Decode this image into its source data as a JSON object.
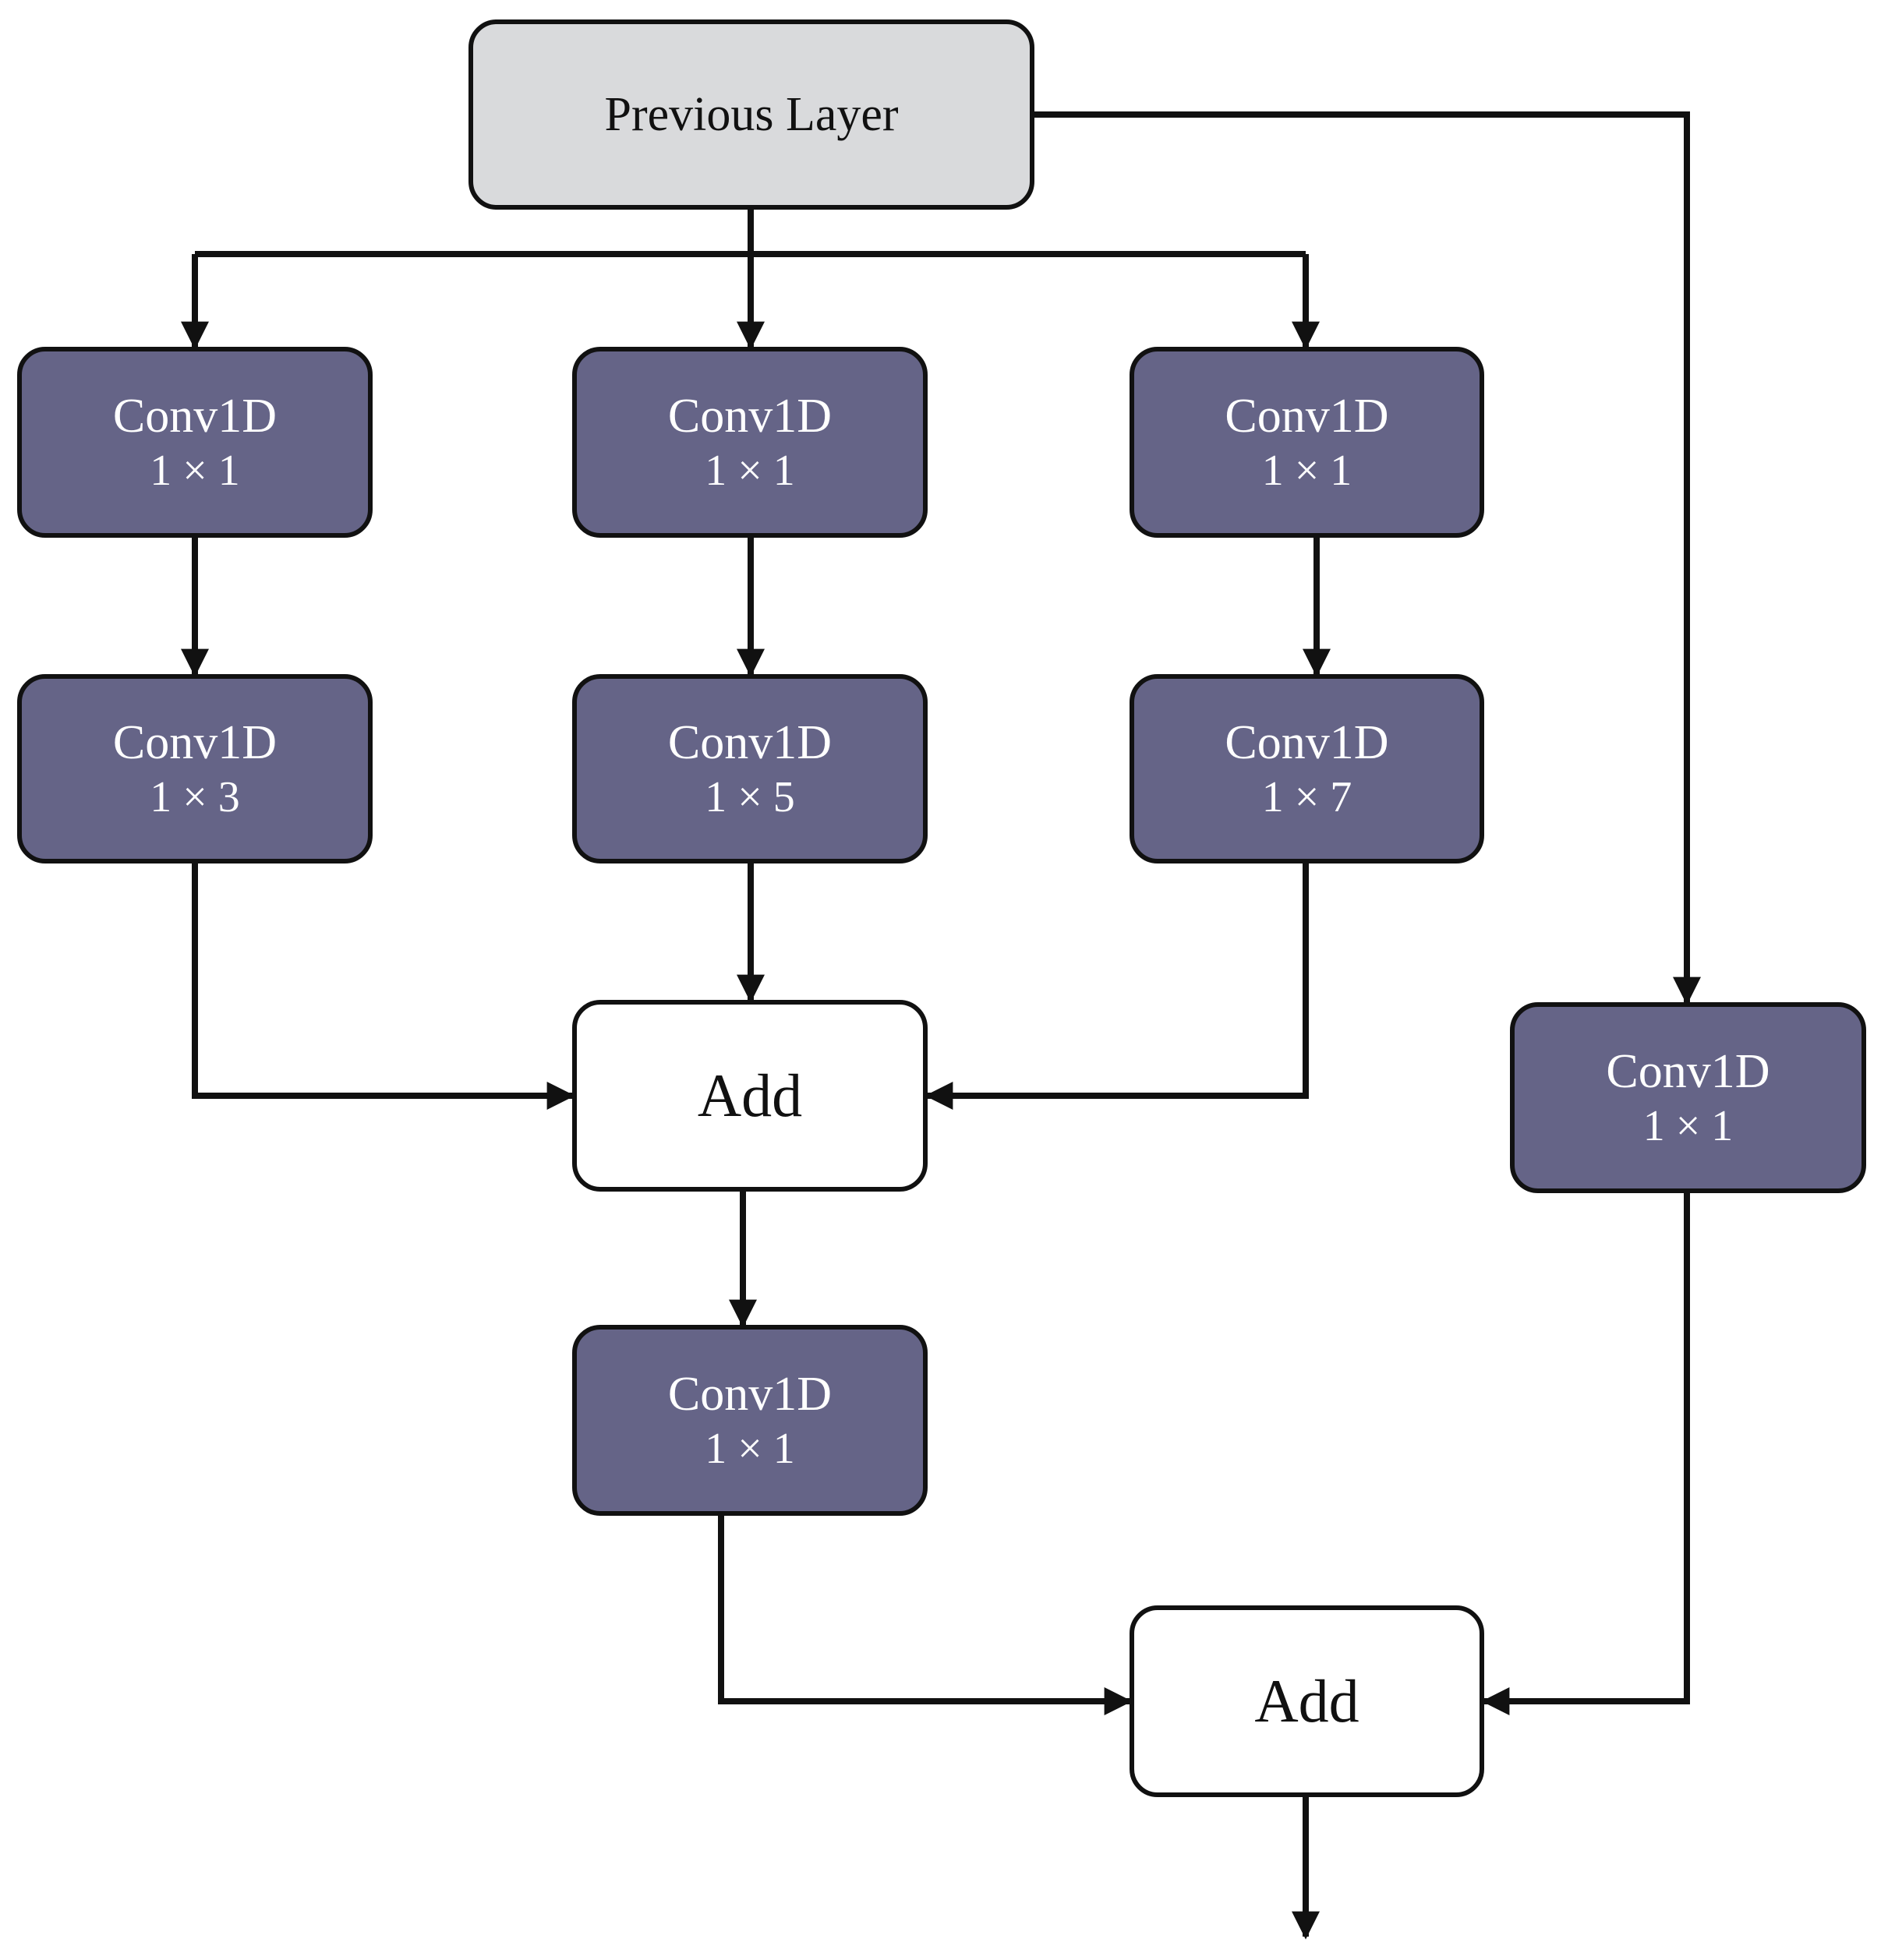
{
  "diagram": {
    "nodes": {
      "previous_layer": {
        "label": "Previous Layer"
      },
      "branch1_conv1": {
        "label": "Conv1D",
        "kernel": "1 × 1"
      },
      "branch2_conv1": {
        "label": "Conv1D",
        "kernel": "1 × 1"
      },
      "branch3_conv1": {
        "label": "Conv1D",
        "kernel": "1 × 1"
      },
      "branch1_conv2": {
        "label": "Conv1D",
        "kernel": "1 × 3"
      },
      "branch2_conv2": {
        "label": "Conv1D",
        "kernel": "1 × 5"
      },
      "branch3_conv2": {
        "label": "Conv1D",
        "kernel": "1 × 7"
      },
      "shortcut_conv": {
        "label": "Conv1D",
        "kernel": "1 × 1"
      },
      "add_1": {
        "label": "Add"
      },
      "merge_conv": {
        "label": "Conv1D",
        "kernel": "1 × 1"
      },
      "add_2": {
        "label": "Add"
      }
    },
    "edges": [
      {
        "from": "previous_layer",
        "to": "branch1_conv1"
      },
      {
        "from": "previous_layer",
        "to": "branch2_conv1"
      },
      {
        "from": "previous_layer",
        "to": "branch3_conv1"
      },
      {
        "from": "previous_layer",
        "to": "shortcut_conv"
      },
      {
        "from": "branch1_conv1",
        "to": "branch1_conv2"
      },
      {
        "from": "branch2_conv1",
        "to": "branch2_conv2"
      },
      {
        "from": "branch3_conv1",
        "to": "branch3_conv2"
      },
      {
        "from": "branch1_conv2",
        "to": "add_1"
      },
      {
        "from": "branch2_conv2",
        "to": "add_1"
      },
      {
        "from": "branch3_conv2",
        "to": "add_1"
      },
      {
        "from": "add_1",
        "to": "merge_conv"
      },
      {
        "from": "merge_conv",
        "to": "add_2"
      },
      {
        "from": "shortcut_conv",
        "to": "add_2"
      },
      {
        "from": "add_2",
        "to": "output"
      }
    ],
    "colors": {
      "input_fill": "#d9dadc",
      "conv_fill": "#656487",
      "add_fill": "#ffffff",
      "stroke": "#111111",
      "conv_text": "#ffffff",
      "text": "#111111"
    }
  }
}
